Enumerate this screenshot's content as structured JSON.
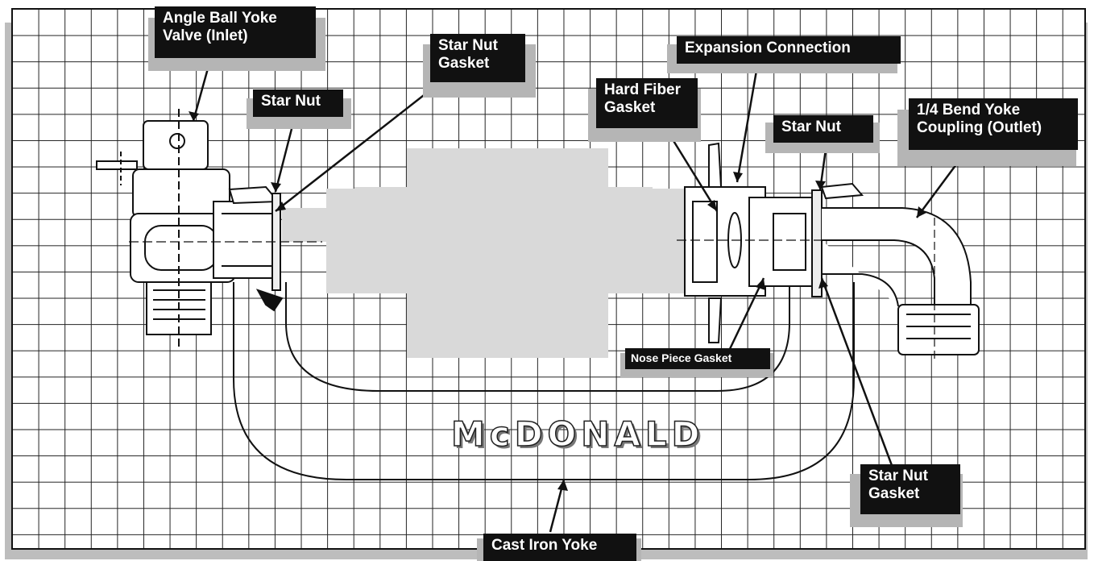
{
  "labels": {
    "angle_ball_valve": "Angle Ball Yoke\nValve (Inlet)",
    "star_nut_inlet": "Star Nut",
    "star_nut_gasket_inlet": "Star Nut\nGasket",
    "expansion_connection": "Expansion Connection",
    "hard_fiber_gasket": "Hard Fiber\nGasket",
    "star_nut_outlet": "Star Nut",
    "bend_yoke_coupling": "1/4 Bend Yoke\nCoupling (Outlet)",
    "nose_piece_gasket": "Nose Piece Gasket",
    "star_nut_gasket_outlet": "Star Nut\nGasket",
    "cast_iron_yoke": "Cast Iron Yoke"
  },
  "brand": "McDONALD",
  "colors": {
    "label_bg": "#111111",
    "label_text": "#ffffff",
    "label_shadow": "#b5b5b5",
    "meter_gray": "#d9d9d9",
    "grid": "#222222"
  }
}
